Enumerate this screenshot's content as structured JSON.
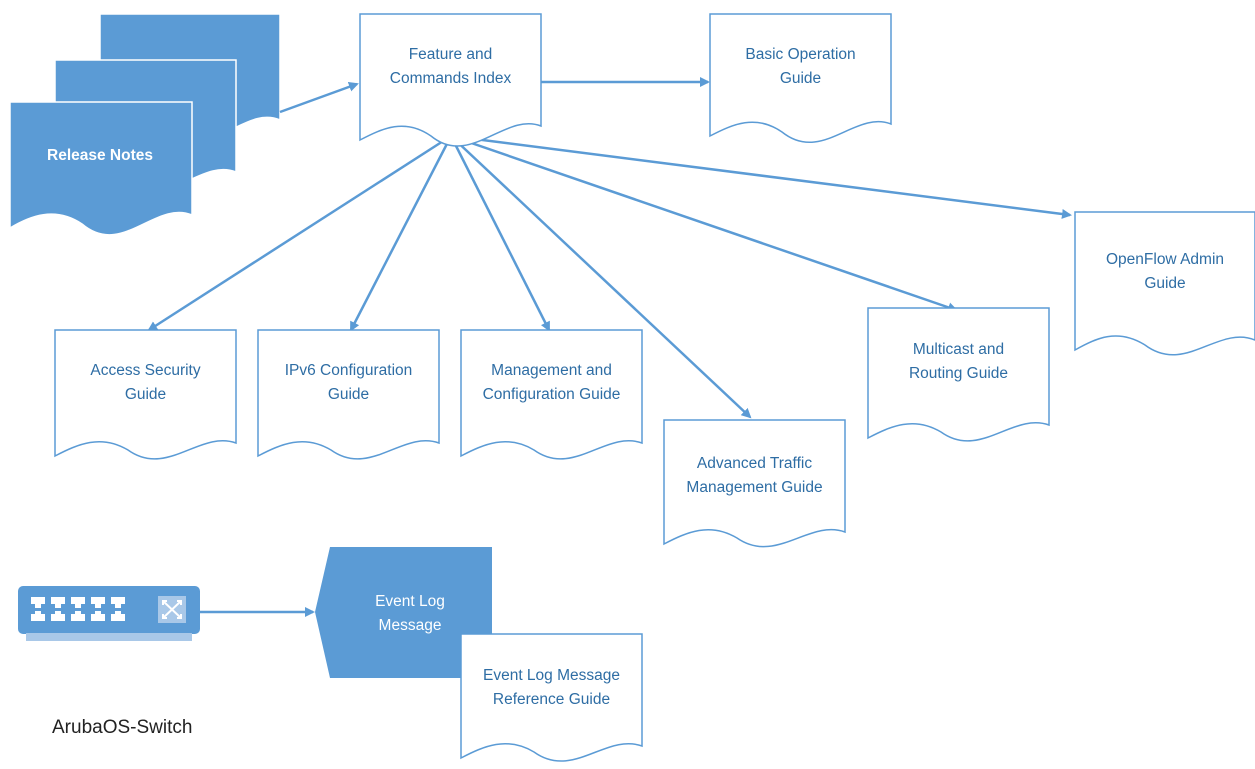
{
  "colors": {
    "doc_fill": "#ffffff",
    "doc_stroke": "#5b9bd5",
    "solid_fill": "#5b9bd5",
    "arrow": "#5b9bd5",
    "text_dark": "#2e6da4",
    "text_light": "#ffffff"
  },
  "nodes": {
    "release_notes": {
      "lines": [
        "Release Notes"
      ]
    },
    "feature_index": {
      "lines": [
        "Feature and",
        "Commands Index"
      ]
    },
    "basic_operation": {
      "lines": [
        "Basic Operation",
        "Guide"
      ]
    },
    "openflow": {
      "lines": [
        "OpenFlow Admin",
        "Guide"
      ]
    },
    "access_security": {
      "lines": [
        "Access Security",
        "Guide"
      ]
    },
    "ipv6": {
      "lines": [
        "IPv6 Configuration",
        "Guide"
      ]
    },
    "management": {
      "lines": [
        "Management and",
        "Configuration Guide"
      ]
    },
    "advanced_traffic": {
      "lines": [
        "Advanced Traffic",
        "Management Guide"
      ]
    },
    "multicast": {
      "lines": [
        "Multicast and",
        "Routing Guide"
      ]
    },
    "event_log_message": {
      "lines": [
        "Event Log",
        "Message"
      ]
    },
    "event_log_ref": {
      "lines": [
        "Event Log Message",
        "Reference Guide"
      ]
    }
  },
  "switch": {
    "icon": "network-switch-icon",
    "caption": "ArubaOS-Switch"
  },
  "edges": [
    {
      "from": "release_notes",
      "to": "feature_index"
    },
    {
      "from": "feature_index",
      "to": "basic_operation"
    },
    {
      "from": "feature_index",
      "to": "access_security"
    },
    {
      "from": "feature_index",
      "to": "ipv6"
    },
    {
      "from": "feature_index",
      "to": "management"
    },
    {
      "from": "feature_index",
      "to": "advanced_traffic"
    },
    {
      "from": "feature_index",
      "to": "multicast"
    },
    {
      "from": "feature_index",
      "to": "openflow"
    },
    {
      "from": "switch",
      "to": "event_log_message"
    }
  ]
}
